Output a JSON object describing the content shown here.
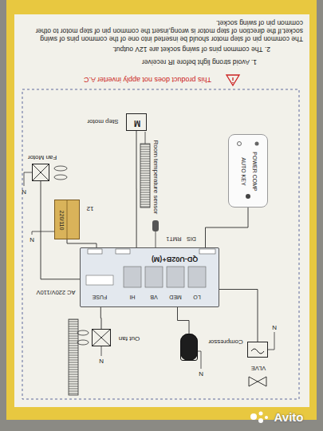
{
  "diagram": {
    "nodes": [
      {
        "text": [
          "QD-U02B+(M)"
        ]
      },
      {
        "text": [
          "POWER COMP",
          "AUTO KEY"
        ]
      },
      {
        "text": [
          "220/110",
          "12"
        ]
      },
      {
        "text": [
          "M",
          "Step motor"
        ]
      },
      {
        "text": [
          "Fan Motor"
        ]
      },
      {
        "text": [
          "Out fan"
        ]
      },
      {
        "text": [
          "Compressor"
        ]
      },
      {
        "text": [
          "VLVE"
        ]
      }
    ],
    "edges": [
      {
        "from": 0,
        "to": 1,
        "arrow": "none"
      },
      {
        "from": 0,
        "to": 2,
        "arrow": "none"
      },
      {
        "from": 0,
        "to": 3,
        "arrow": "none"
      },
      {
        "from": 0,
        "to": 4,
        "arrow": "none"
      },
      {
        "from": 0,
        "to": 5,
        "arrow": "none"
      },
      {
        "from": 0,
        "to": 6,
        "arrow": "none"
      },
      {
        "from": 0,
        "to": 7,
        "arrow": "none"
      }
    ],
    "labels": [
      "The common pin of step motor should be inserted into one of the common pins of swing socket.If the direction of step motor is wrong,insert the common pin of step motor to other common pin of swing socket.",
      "2. The common pins of swing socket are 12V output.",
      "1. Avoid strong light before IR receiver",
      "This product does not apply inverter A.C",
      "Room temperature sensor",
      "N",
      "N",
      "AC 220V/110V",
      "RMT1",
      "DIS",
      "FUSE",
      "HI",
      "VB",
      "MED",
      "LO",
      "N",
      "N",
      "N",
      "Avito"
    ]
  }
}
